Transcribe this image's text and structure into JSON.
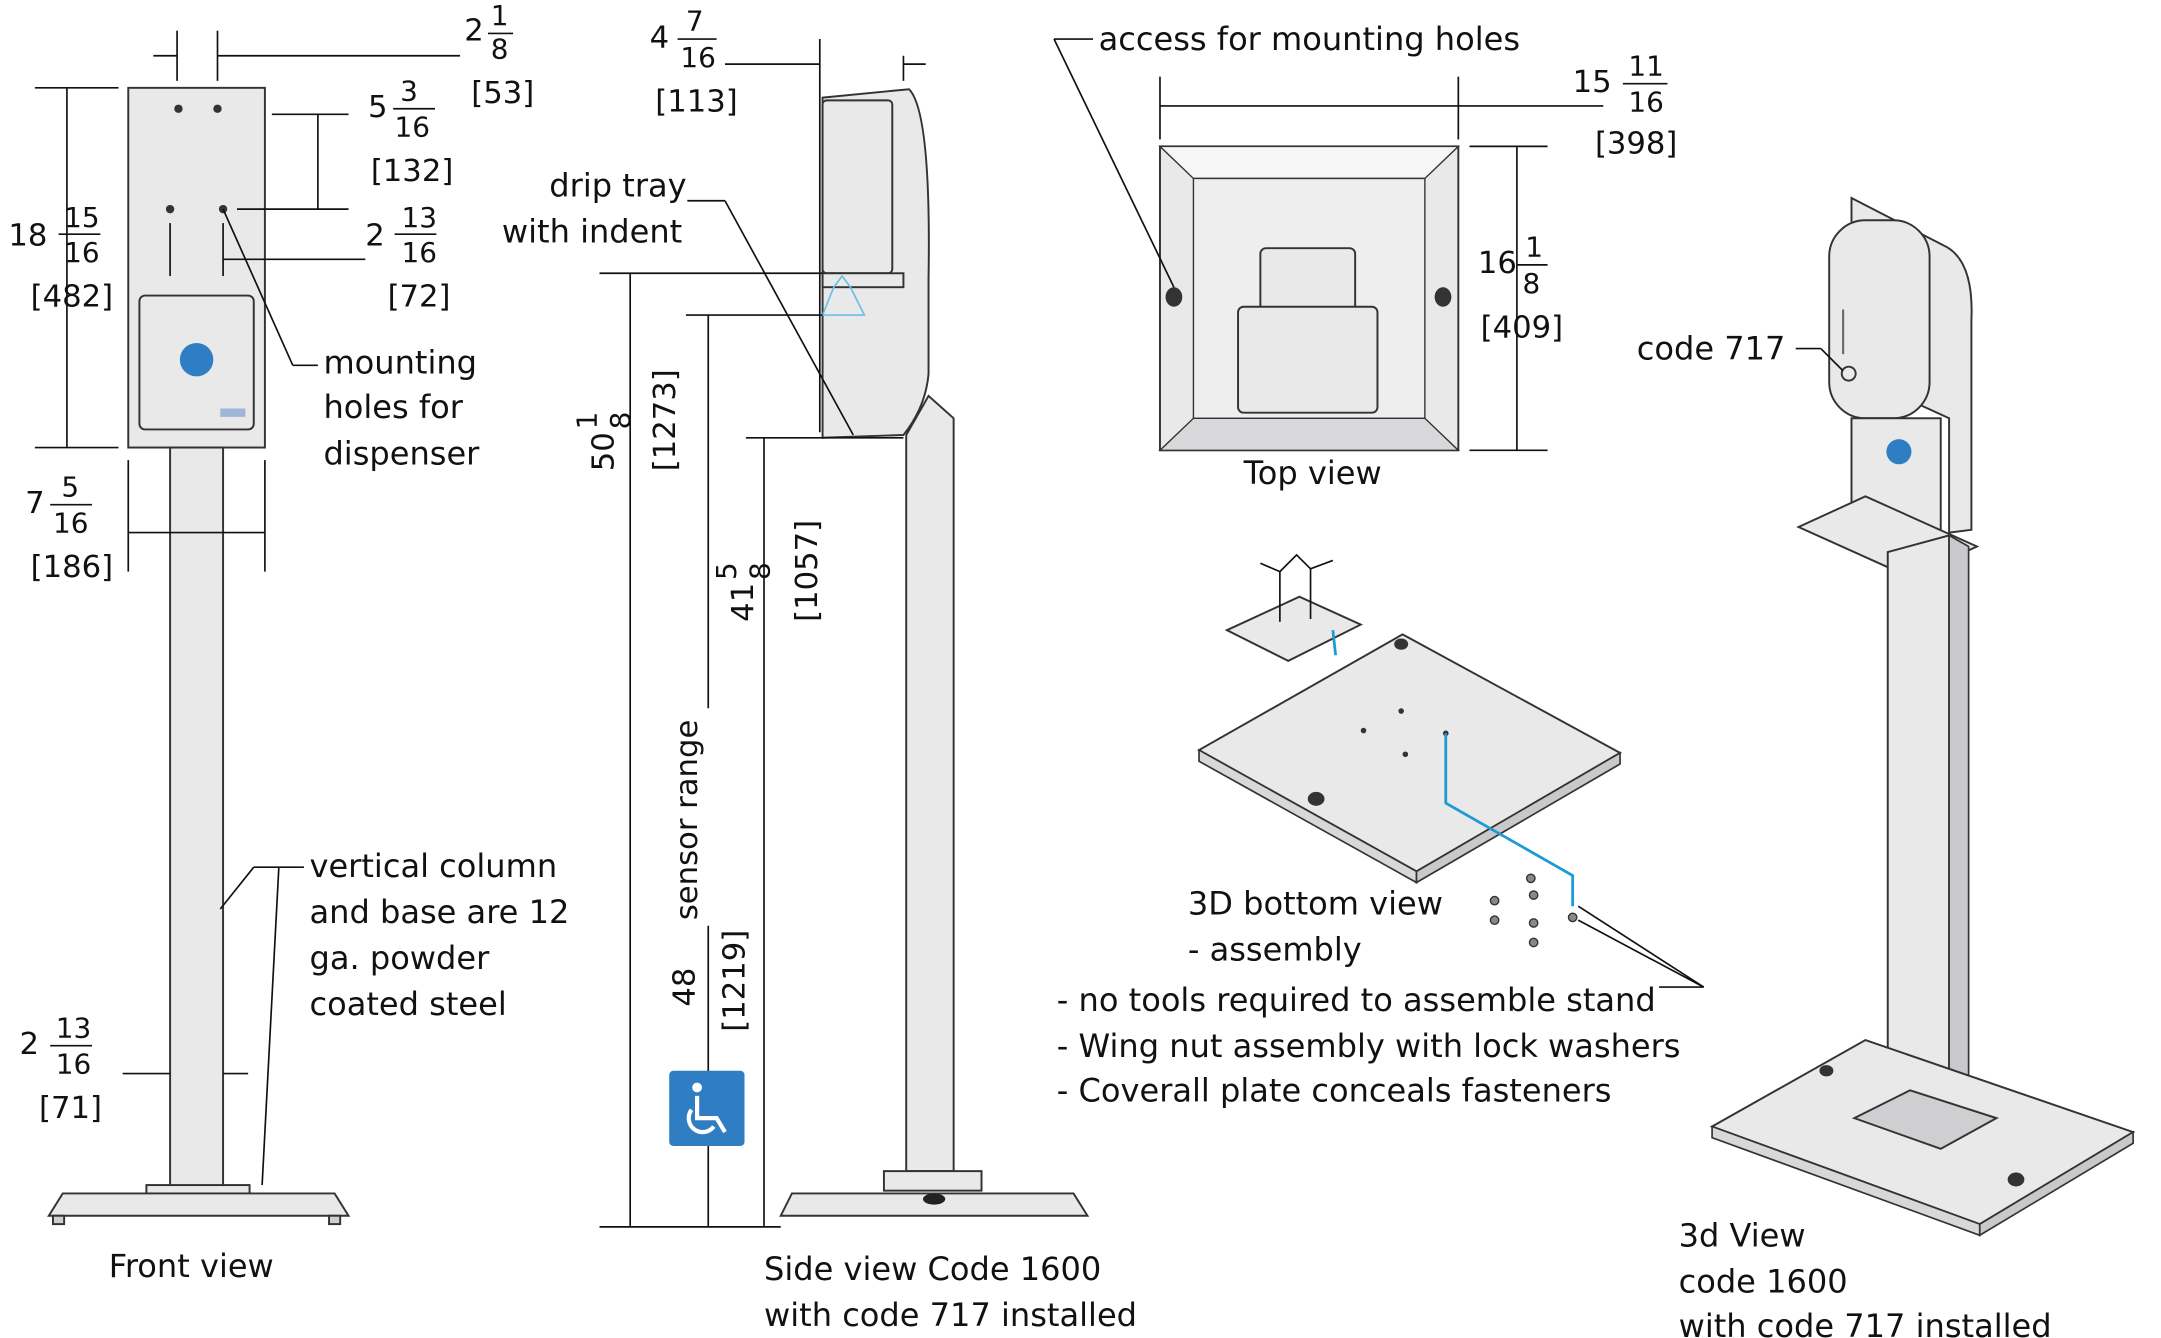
{
  "front_view": {
    "title": "Front view",
    "dim_top_width": {
      "whole": "2",
      "num": "1",
      "den": "8",
      "mm": "[53]"
    },
    "dim_hole_spacing": {
      "whole": "5",
      "num": "3",
      "den": "16",
      "mm": "[132]"
    },
    "dim_height": {
      "whole": "18",
      "num": "15",
      "den": "16",
      "mm": "[482]"
    },
    "dim_hole_width": {
      "whole": "2",
      "num": "13",
      "den": "16",
      "mm": "[72]"
    },
    "dim_plate_width": {
      "whole": "7",
      "num": "5",
      "den": "16",
      "mm": "[186]"
    },
    "dim_column_width": {
      "whole": "2",
      "num": "13",
      "den": "16",
      "mm": "[71]"
    },
    "mounting_note": [
      "mounting",
      "holes for",
      "dispenser"
    ],
    "column_note": [
      "vertical column",
      "and base are 12",
      "ga. powder",
      "coated steel"
    ]
  },
  "side_view": {
    "title": [
      "Side view Code 1600",
      "with code 717 installed"
    ],
    "dim_depth": {
      "whole": "4",
      "num": "7",
      "den": "16",
      "mm": "[113]"
    },
    "drip_tray_note": [
      "drip tray",
      "with indent"
    ],
    "dim_total": {
      "whole": "50",
      "num": "1",
      "den": "8",
      "mm": "[1273]"
    },
    "dim_sensor": {
      "whole": "41",
      "num": "5",
      "den": "8",
      "mm": "[1057]"
    },
    "sensor_label": "sensor range",
    "dim_ada": {
      "whole": "48",
      "mm": "[1219]"
    },
    "accessibility_icon": "wheelchair-icon"
  },
  "top_view": {
    "title": "Top view",
    "access_note": "access for mounting holes",
    "dim_width": {
      "whole": "15",
      "num": "11",
      "den": "16",
      "mm": "[398]"
    },
    "dim_depth": {
      "whole": "16",
      "num": "1",
      "den": "8",
      "mm": "[409]"
    }
  },
  "bottom_view": {
    "title": [
      "3D bottom view",
      "- assembly"
    ],
    "notes": [
      "- no tools required to assemble stand",
      "- Wing nut assembly with lock washers",
      "- Coverall plate conceals fasteners"
    ]
  },
  "iso_view": {
    "code_label": "code 717",
    "title": [
      "3d View",
      "code 1600",
      "with code 717 installed"
    ]
  },
  "colors": {
    "accent": "#1e9ad6",
    "ada_blue": "#2f7ec3",
    "metal": "#e9e9ea"
  }
}
